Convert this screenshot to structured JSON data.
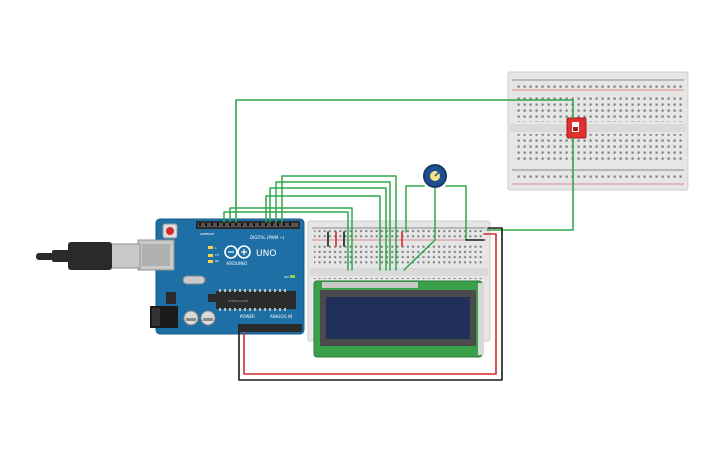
{
  "circuit": {
    "title": "",
    "arduino": {
      "brand_label": "ARDUINO",
      "model_label": "UNO",
      "digital_header_label": "DIGITAL (PWM ~)",
      "power_label": "POWER",
      "analog_label": "ANALOG IN",
      "aref_label": "AREF",
      "gnd_label": "GND",
      "tx_label": "TX",
      "rx_label": "RX",
      "l_label": "L",
      "on_label": "ON",
      "ic_label": "ATMEGA328P"
    },
    "components": {
      "lcd": "lcd-16x2",
      "potentiometer": "potentiometer",
      "switch": "slide-switch",
      "usb": "usb-cable"
    },
    "colors": {
      "board_blue": "#1d6fa5",
      "board_dark": "#155a86",
      "wire_green": "#2ea84a",
      "wire_red": "#d22b2b",
      "wire_black": "#1a1a1a",
      "lcd_pcb": "#3aa04a",
      "lcd_screen": "#20305a",
      "switch_red": "#e0312f",
      "breadboard": "#e9e9e9",
      "pot_blue": "#1f4f8f"
    }
  }
}
